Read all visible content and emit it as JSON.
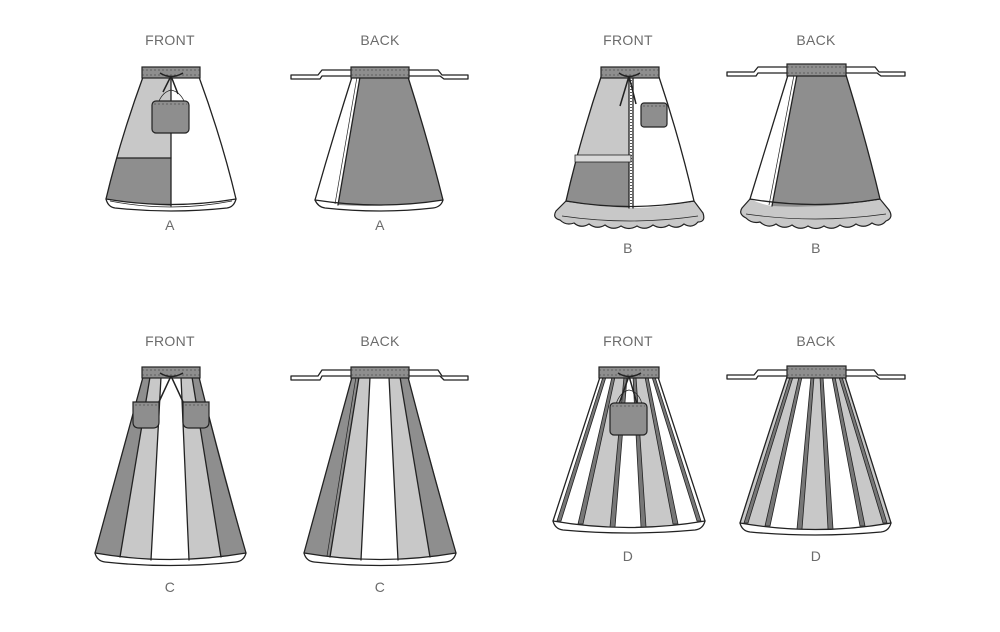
{
  "views": {
    "a_front": {
      "title": "FRONT",
      "caption": "A"
    },
    "a_back": {
      "title": "BACK",
      "caption": "A"
    },
    "b_front": {
      "title": "FRONT",
      "caption": "B"
    },
    "b_back": {
      "title": "BACK",
      "caption": "B"
    },
    "c_front": {
      "title": "FRONT",
      "caption": "C"
    },
    "c_back": {
      "title": "BACK",
      "caption": "C"
    },
    "d_front": {
      "title": "FRONT",
      "caption": "D"
    },
    "d_back": {
      "title": "BACK",
      "caption": "D"
    }
  },
  "colors": {
    "dark": "#8e8e8e",
    "light": "#c8c8c8",
    "white": "#ffffff",
    "line": "#222222"
  }
}
